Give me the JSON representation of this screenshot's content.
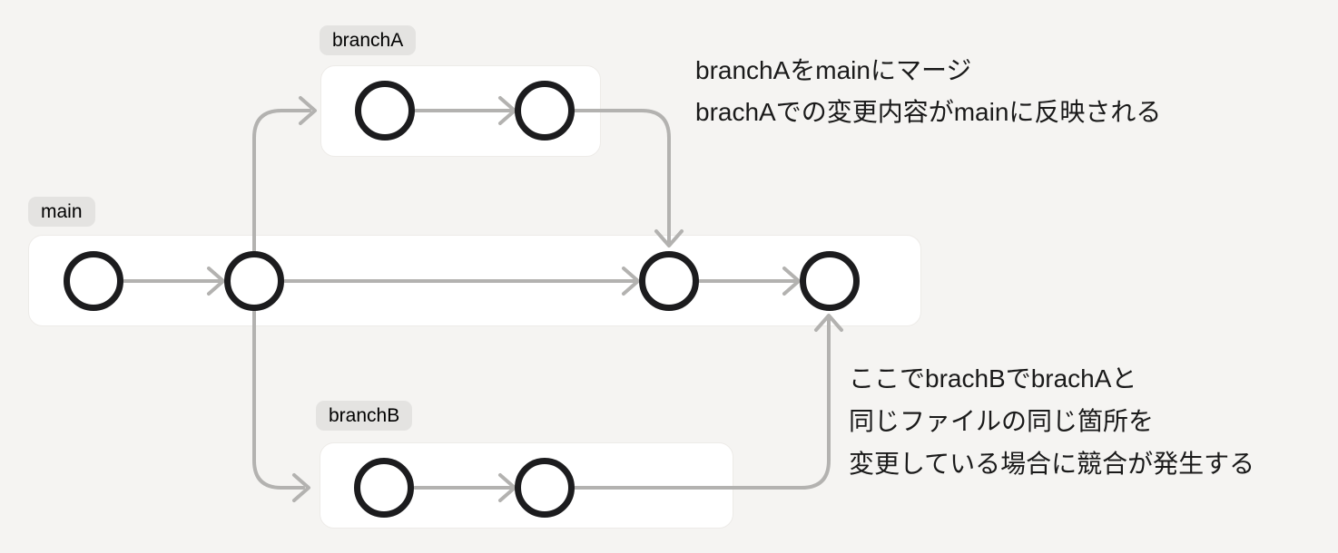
{
  "diagram": {
    "type": "git-branch-merge-diagram",
    "branches": [
      {
        "id": "branchA",
        "label": "branchA",
        "commit_count": 2
      },
      {
        "id": "main",
        "label": "main",
        "commit_count": 4
      },
      {
        "id": "branchB",
        "label": "branchB",
        "commit_count": 2
      }
    ],
    "edges": [
      "main-1 to main-2",
      "main-2 to main-3",
      "main-3 to main-4",
      "branchA-1 to branchA-2",
      "branchB-1 to branchB-2",
      "main-2 branches to branchA-1",
      "main-2 branches to branchB-1",
      "branchA-2 merges into main-3",
      "branchB-2 merges into main-4"
    ]
  },
  "annotations": {
    "merge_note": {
      "line1": "branchAをmainにマージ",
      "line2": "brachAでの変更内容がmainに反映される"
    },
    "conflict_note": {
      "line1": "ここでbrachBでbrachAと",
      "line2": "同じファイルの同じ箇所を",
      "line3": "変更している場合に競合が発生する"
    }
  },
  "colors": {
    "bg": "#f5f4f2",
    "lane_bg": "#ffffff",
    "lane_border": "#edebe8",
    "badge_bg": "#e4e3e1",
    "arrow": "#b3b2b0",
    "node_stroke": "#1c1c1e",
    "node_fill": "#ffffff",
    "text": "#1a1a1a"
  }
}
